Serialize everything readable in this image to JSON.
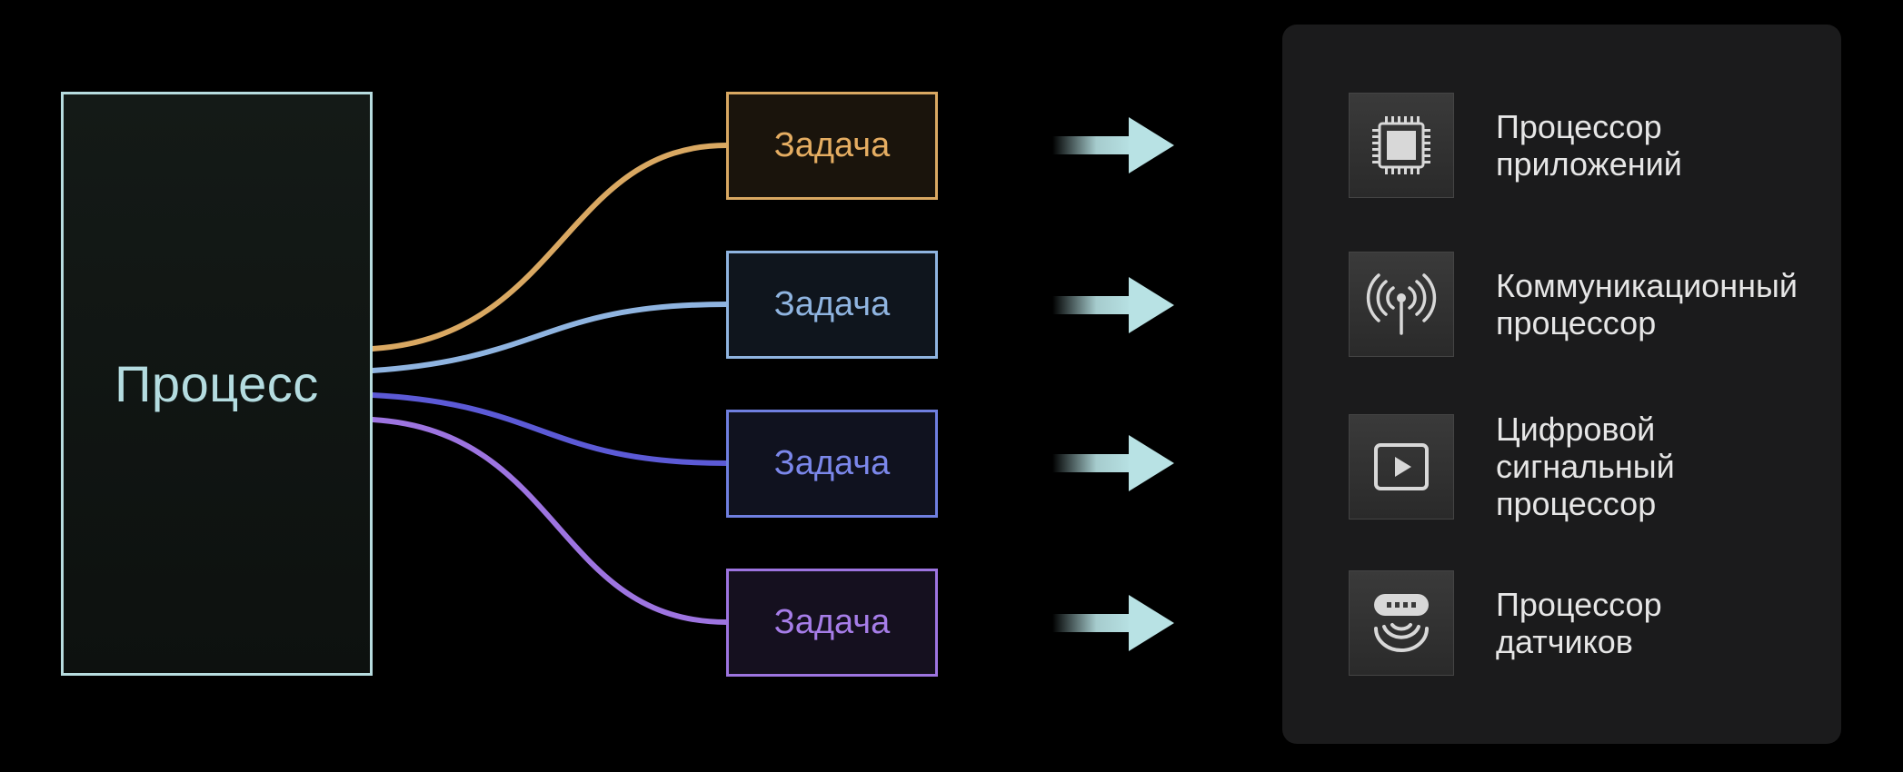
{
  "process": {
    "label": "Процесс",
    "border_color": "#b7dcdf",
    "text_color": "#b4dce0"
  },
  "tasks": [
    {
      "label": "Задача",
      "color": "#d9a862",
      "text_color": "#e5ad62",
      "bg": "#1a140c"
    },
    {
      "label": "Задача",
      "color": "#8fb4e0",
      "text_color": "#8fb4e0",
      "bg": "#0f151d"
    },
    {
      "label": "Задача",
      "color": "#6f7fe0",
      "text_color": "#7b87ea",
      "bg": "#10121f"
    },
    {
      "label": "Задача",
      "color": "#9d74e0",
      "text_color": "#a67de8",
      "bg": "#15101f"
    }
  ],
  "arrow_color": "#b8e2e4",
  "processors": [
    {
      "icon": "chip-icon",
      "lines": [
        "Процессор",
        "приложений"
      ]
    },
    {
      "icon": "antenna-icon",
      "lines": [
        "Коммуникационный",
        "процессор"
      ]
    },
    {
      "icon": "play-icon",
      "lines": [
        "Цифровой",
        "сигнальный",
        "процессор"
      ]
    },
    {
      "icon": "sensor-icon",
      "lines": [
        "Процессор",
        "датчиков"
      ]
    }
  ]
}
